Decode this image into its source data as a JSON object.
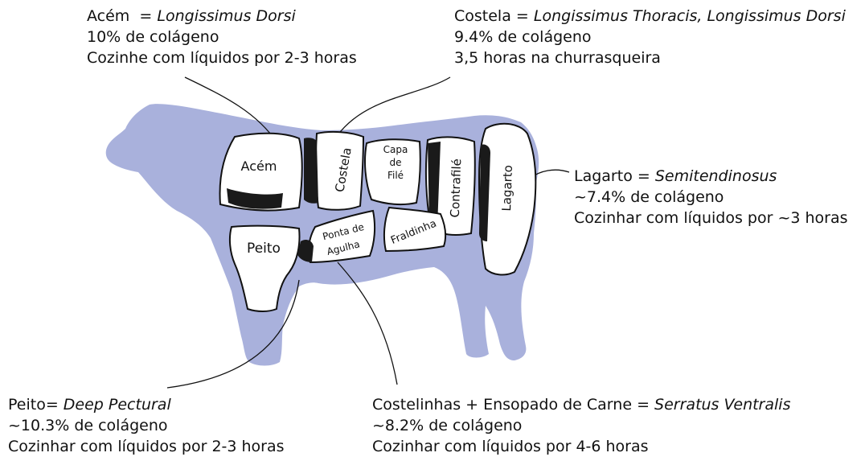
{
  "annotations": {
    "acem": {
      "name": "Acém",
      "eq": "=",
      "latin": "Longissimus Dorsi",
      "collagen": "10% de colágeno",
      "cooking": "Cozinhe com líquidos por 2-3 horas"
    },
    "costela": {
      "name": "Costela",
      "eq": "=",
      "latin": "Longissimus Thoracis, Longissimus Dorsi",
      "collagen": "9.4% de colágeno",
      "cooking": "3,5 horas na churrasqueira"
    },
    "lagarto": {
      "name": "Lagarto",
      "eq": "=",
      "latin": "Semitendinosus",
      "collagen": "~7.4% de colágeno",
      "cooking": "Cozinhar com líquidos por ~3 horas"
    },
    "peito": {
      "name": "Peito",
      "eq": "=",
      "latin": "Deep Pectural",
      "collagen": "~10.3% de colágeno",
      "cooking": "Cozinhar com líquidos por 2-3 horas"
    },
    "costelinhas": {
      "name": "Costelinhas + Ensopado de Carne",
      "eq": "=",
      "latin": "Serratus Ventralis",
      "collagen": "~8.2% de colágeno",
      "cooking": "Cozinhar com líquidos por 4-6 horas"
    }
  },
  "cuts": {
    "acem": "Acém",
    "costela": "Costela",
    "capa_1": "Capa",
    "capa_2": "de",
    "capa_3": "Filé",
    "contrafile": "Contrafilé",
    "lagarto": "Lagarto",
    "peito": "Peito",
    "ponta_1": "Ponta de",
    "ponta_2": "Agulha",
    "fraldinha": "Fraldinha"
  },
  "colors": {
    "silhouette": "#a9b1dc",
    "outline": "#111111",
    "cut_fill": "#ffffff",
    "dark_fill": "#1a1a1a"
  }
}
